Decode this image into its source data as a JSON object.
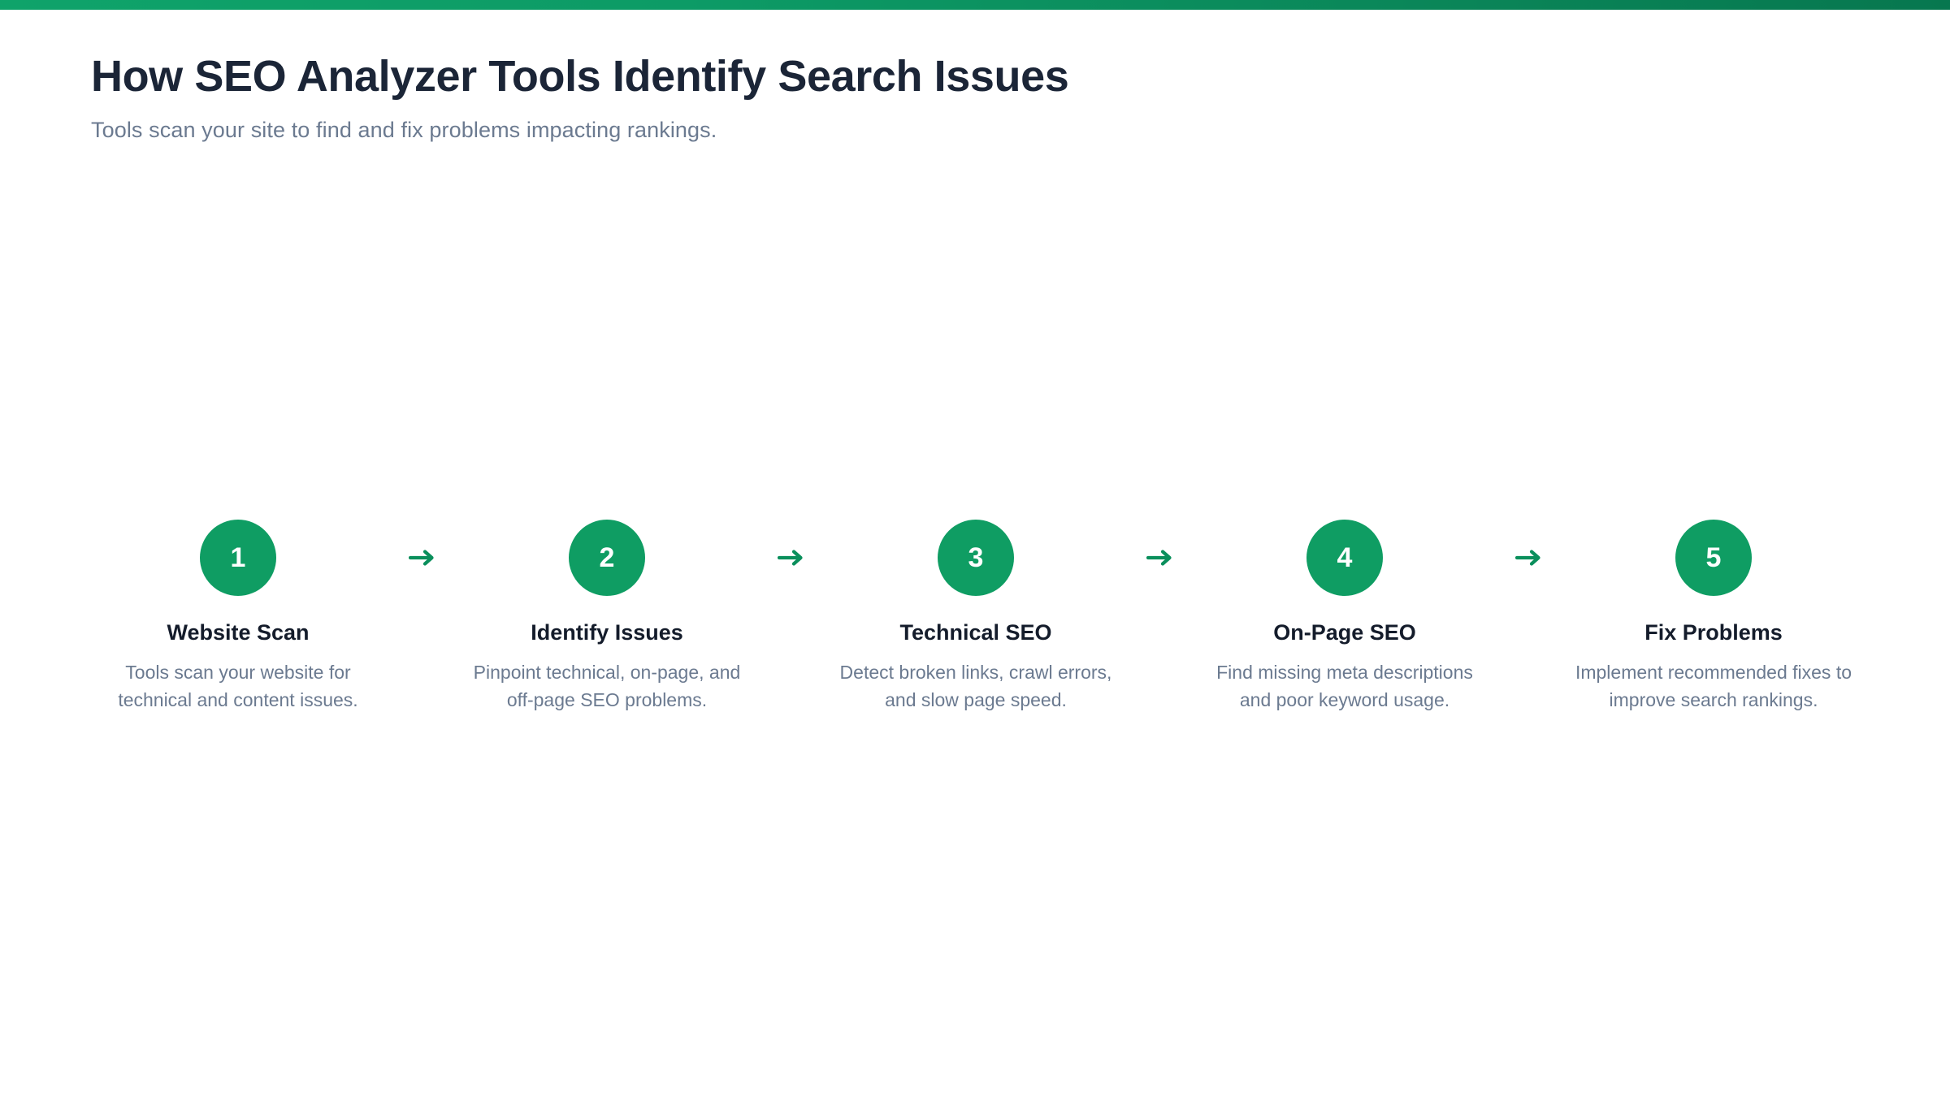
{
  "theme": {
    "accent_green": "#0f9d63",
    "top_bar_gradient_start": "#0fa36a",
    "top_bar_gradient_end": "#07774f",
    "title_color": "#1b2537",
    "muted_text_color": "#6b7a90",
    "background": "#ffffff"
  },
  "header": {
    "title": "How SEO Analyzer Tools Identify Search Issues",
    "subtitle": "Tools scan your site to find and fix problems impacting rankings."
  },
  "flow": {
    "connector_icon": "arrow-right-icon",
    "steps": [
      {
        "number": "1",
        "title": "Website Scan",
        "description": "Tools scan your website for technical and content issues."
      },
      {
        "number": "2",
        "title": "Identify Issues",
        "description": "Pinpoint technical, on-page, and off-page SEO problems."
      },
      {
        "number": "3",
        "title": "Technical SEO",
        "description": "Detect broken links, crawl errors, and slow page speed."
      },
      {
        "number": "4",
        "title": "On-Page SEO",
        "description": "Find missing meta descriptions and poor keyword usage."
      },
      {
        "number": "5",
        "title": "Fix Problems",
        "description": "Implement recommended fixes to improve search rankings."
      }
    ]
  }
}
